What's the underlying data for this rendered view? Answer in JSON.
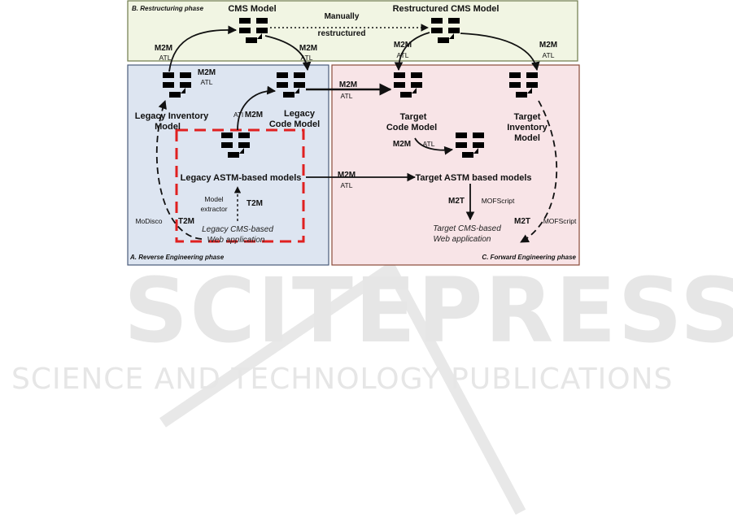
{
  "phases": {
    "restructuring": "B. Restructuring phase",
    "reverse": "A. Reverse Engineering phase",
    "forward": "C. Forward Engineering phase"
  },
  "models": {
    "cms": "CMS Model",
    "restructured": "Restructured CMS Model",
    "legacy_inventory_1": "Legacy Inventory",
    "legacy_inventory_2": "Model",
    "legacy_code_1": "Legacy",
    "legacy_code_2": "Code Model",
    "legacy_astm": "Legacy ASTM-based models",
    "target_code_1": "Target",
    "target_code_2": "Code Model",
    "target_inventory_1": "Target",
    "target_inventory_2": "Inventory",
    "target_inventory_3": "Model",
    "target_astm": "Target ASTM based models",
    "legacy_web_1": "Legacy CMS-based",
    "legacy_web_2": "Web application",
    "target_web_1": "Target CMS-based",
    "target_web_2": "Web application"
  },
  "labels": {
    "manually_1": "Manually",
    "manually_2": "restructured",
    "m2m": "M2M",
    "atl": "ATL",
    "atl_cap": "ATL",
    "atl_variant": "ATl",
    "model_extractor_1": "Model",
    "model_extractor_2": "extractor",
    "t2m": "T2M",
    "modisco": "MoDisco",
    "m2t": "M2T",
    "mofscript": "MOFScript"
  },
  "watermark": {
    "main": "SCITEPRESS",
    "sub": "SCIENCE AND TECHNOLOGY PUBLICATIONS"
  },
  "colors": {
    "restructuring_bg": "#f1f5e3",
    "reverse_bg": "#dde5f1",
    "forward_bg": "#f8e4e7",
    "extractor_border": "#e02020"
  }
}
